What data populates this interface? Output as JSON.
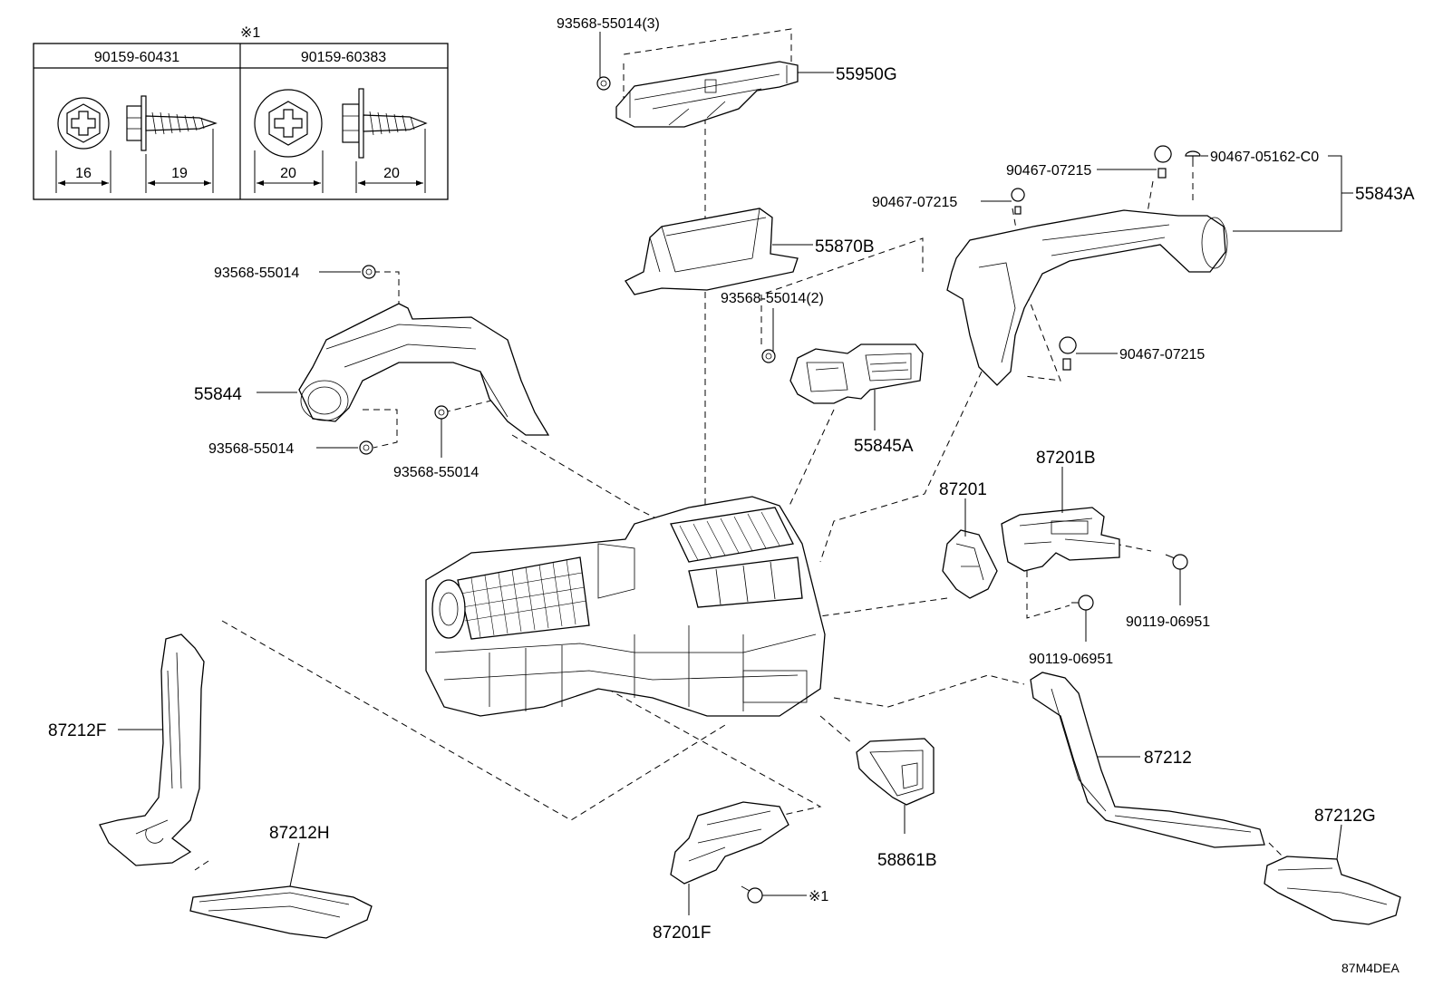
{
  "legend": {
    "note_mark": "※1",
    "col1": {
      "part_no": "90159-60431",
      "dim_head": "16",
      "dim_length": "19"
    },
    "col2": {
      "part_no": "90159-60383",
      "dim_head": "20",
      "dim_length": "20"
    }
  },
  "labels": {
    "p93568_55014_3": "93568-55014(3)",
    "p55950G": "55950G",
    "p55870B": "55870B",
    "p93568_55014_2": "93568-55014(2)",
    "p55845A": "55845A",
    "p90467_07215_a": "90467-07215",
    "p90467_05162_C0": "90467-05162-C0",
    "p90467_07215_b": "90467-07215",
    "p55843A": "55843A",
    "p90467_07215_c": "90467-07215",
    "p93568_55014_top": "93568-55014",
    "p55844": "55844",
    "p93568_55014_left": "93568-55014",
    "p93568_55014_bottom": "93568-55014",
    "p87201": "87201",
    "p87201B": "87201B",
    "p90119_06951_a": "90119-06951",
    "p90119_06951_b": "90119-06951",
    "p87212F": "87212F",
    "p87212H": "87212H",
    "p87212": "87212",
    "p87212G": "87212G",
    "p58861B": "58861B",
    "p87201F": "87201F",
    "note_ref": "※1",
    "diagram_code": "87M4DEA"
  }
}
